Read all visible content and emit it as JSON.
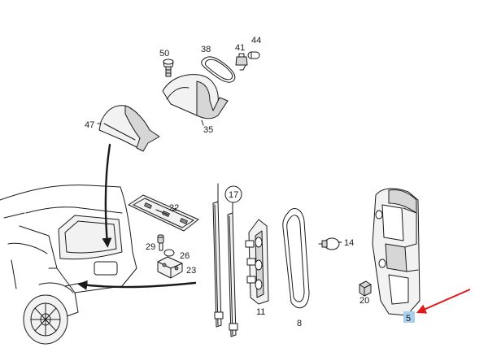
{
  "part_labels": {
    "p50": "50",
    "p38": "38",
    "p41": "41",
    "p44": "44",
    "p47": "47",
    "p35": "35",
    "p17": "17",
    "p22": "22",
    "p14": "14",
    "p29": "29",
    "p26": "26",
    "p23": "23",
    "p11": "11",
    "p8": "8",
    "p20": "20",
    "p5": "5"
  },
  "colors": {
    "line": "#1a1a1a",
    "highlight_box": "#a9cfee",
    "pointer_arrow": "#e01a1a"
  }
}
